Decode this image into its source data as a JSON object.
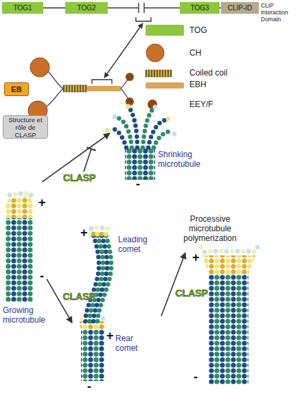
{
  "diagram": {
    "nodes": [
      {
        "text": [
          "TOG1"
        ]
      },
      {
        "text": [
          "TOG2"
        ]
      },
      {
        "text": [
          "TOG3"
        ]
      },
      {
        "text": [
          "CLIP-ID"
        ]
      },
      {
        "text": [
          "EB"
        ]
      },
      {
        "text": [
          "Structure et rôle de CLASP"
        ]
      },
      {
        "text": [
          "Shrinking microtubule",
          "-"
        ]
      },
      {
        "text": [
          "+",
          "-",
          "Growing microtubule"
        ]
      },
      {
        "text": [
          "+",
          "Leading comet",
          "+",
          "Rear comet",
          "-"
        ]
      },
      {
        "text": [
          "+",
          "-"
        ]
      }
    ],
    "edges": [
      {
        "from": 0,
        "to": 1,
        "arrow": "none"
      },
      {
        "from": 1,
        "to": 2,
        "arrow": "none"
      },
      {
        "from": 2,
        "to": 3,
        "arrow": "none"
      },
      {
        "from": 7,
        "to": 6,
        "arrow": "to"
      },
      {
        "from": 7,
        "to": 8,
        "arrow": "to",
        "label": "CLASP"
      },
      {
        "from": 8,
        "to": 9,
        "arrow": "to",
        "label": "CLASP"
      }
    ],
    "labels": [
      "CLIP Interaction Domain",
      "CLASP",
      "Processive microtubule polymerization"
    ],
    "legend": [
      {
        "text": "TOG",
        "color": "#8dc63f"
      },
      {
        "text": "CH"
      },
      {
        "text": "Coiled coil"
      },
      {
        "text": "EBH",
        "color": "#d9a55a"
      },
      {
        "text": "EEY/F"
      }
    ]
  }
}
